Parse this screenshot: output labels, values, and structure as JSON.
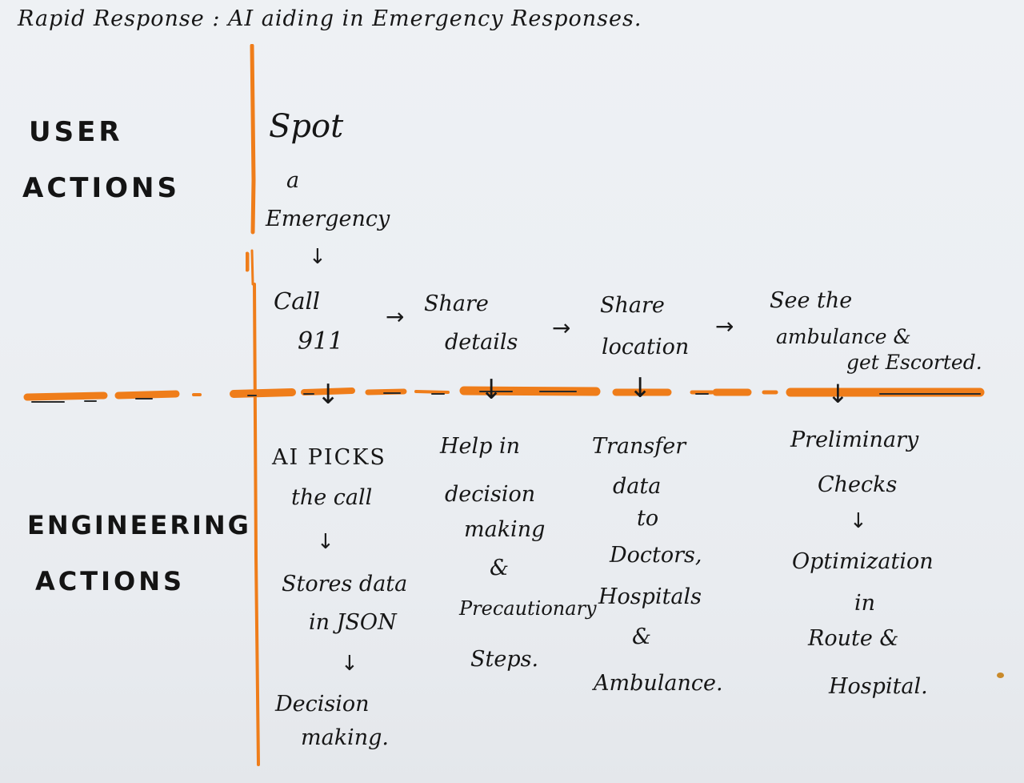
{
  "title": "Rapid Response : AI aiding in Emergency Responses.",
  "colors": {
    "marker": "#ef7d1a",
    "ink": "#161616",
    "paper": "#eceff3"
  },
  "row_headers": {
    "user": [
      "USER",
      "ACTIONS"
    ],
    "engineering": [
      "ENGINEERING",
      "ACTIONS"
    ]
  },
  "user_actions": {
    "spot": "Spot",
    "a": "a",
    "emergency": "Emergency",
    "call": "Call",
    "call_number": "911",
    "share": "Share",
    "details": "details",
    "share2": "Share",
    "location": "location",
    "see_the": "See the",
    "ambulance": "ambulance &",
    "escorted": "get Escorted."
  },
  "engineering_actions": {
    "col1": {
      "ai_picks": "AI PICKS",
      "the_call": "the call",
      "stores_data": "Stores data",
      "in_json": "in JSON",
      "decision": "Decision",
      "making": "making."
    },
    "col2": {
      "help_in": "Help in",
      "decision": "decision",
      "making": "making",
      "amp": "&",
      "precautionary": "Precautionary",
      "steps": "Steps."
    },
    "col3": {
      "transfer": "Transfer",
      "data": "data",
      "to": "to",
      "doctors": "Doctors,",
      "hospitals": "Hospitals",
      "amp": "&",
      "ambulance": "Ambulance."
    },
    "col4": {
      "preliminary": "Preliminary",
      "checks": "Checks",
      "optimization": "Optimization",
      "in": "in",
      "route": "Route &",
      "hospital": "Hospital."
    }
  },
  "glyphs": {
    "down": "↓",
    "right": "→"
  }
}
